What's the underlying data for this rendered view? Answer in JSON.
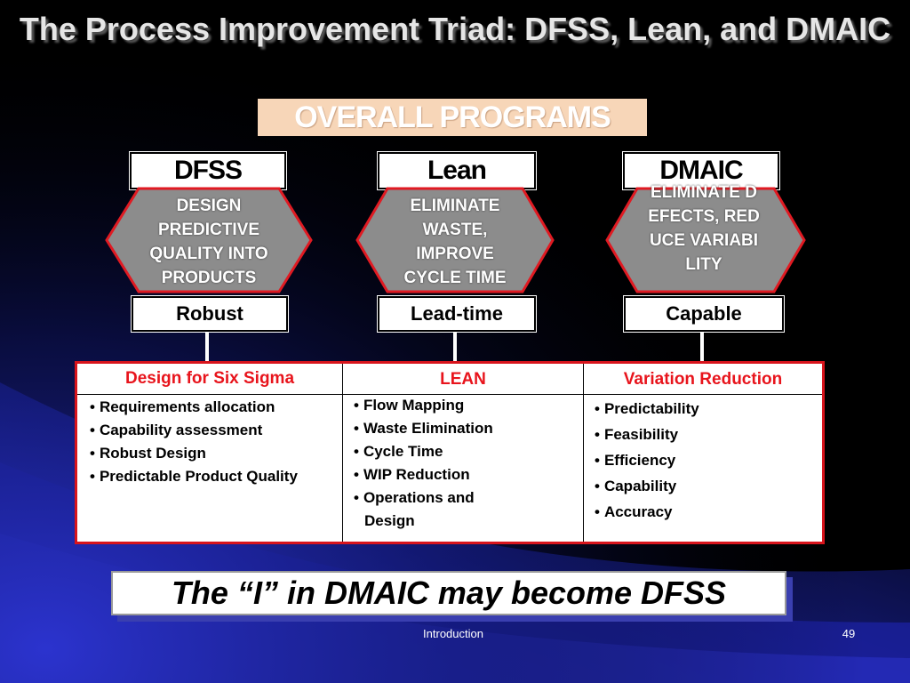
{
  "slide": {
    "title": "The Process Improvement Triad: DFSS, Lean, and DMAIC",
    "banner": "OVERALL PROGRAMS",
    "programs": [
      {
        "name": "DFSS",
        "goal": "DESIGN PREDICTIVE QUALITY INTO PRODUCTS",
        "trait": "Robust"
      },
      {
        "name": "Lean",
        "goal": "ELIMINATE WASTE, IMPROVE CYCLE TIME",
        "trait": "Lead-time"
      },
      {
        "name": "DMAIC",
        "goal": "ELIMINATE DEFECTS, REDUCE VARIABILITY",
        "trait": "Capable"
      }
    ],
    "table": {
      "columns": [
        {
          "header": "Design for Six Sigma",
          "items": [
            "Requirements allocation",
            "Capability assessment",
            "Robust Design",
            "Predictable Product Quality"
          ]
        },
        {
          "header": "LEAN",
          "items": [
            "Flow Mapping",
            "Waste Elimination",
            "Cycle Time",
            "WIP Reduction",
            "Operations and Design"
          ]
        },
        {
          "header": "Variation Reduction",
          "items": [
            "Predictability",
            "Feasibility",
            "Efficiency",
            "Capability",
            "Accuracy"
          ]
        }
      ]
    },
    "note": "The “I” in DMAIC may become DFSS",
    "footer": {
      "section": "Introduction",
      "page_number": "49"
    },
    "colors": {
      "background": "#000000",
      "accent_blue": "#2a2fb8",
      "hexagon_fill": "#8c8c8c",
      "hexagon_border": "#e01a22",
      "table_border": "#d8141c",
      "banner_fill": "#f7d6b8"
    }
  }
}
